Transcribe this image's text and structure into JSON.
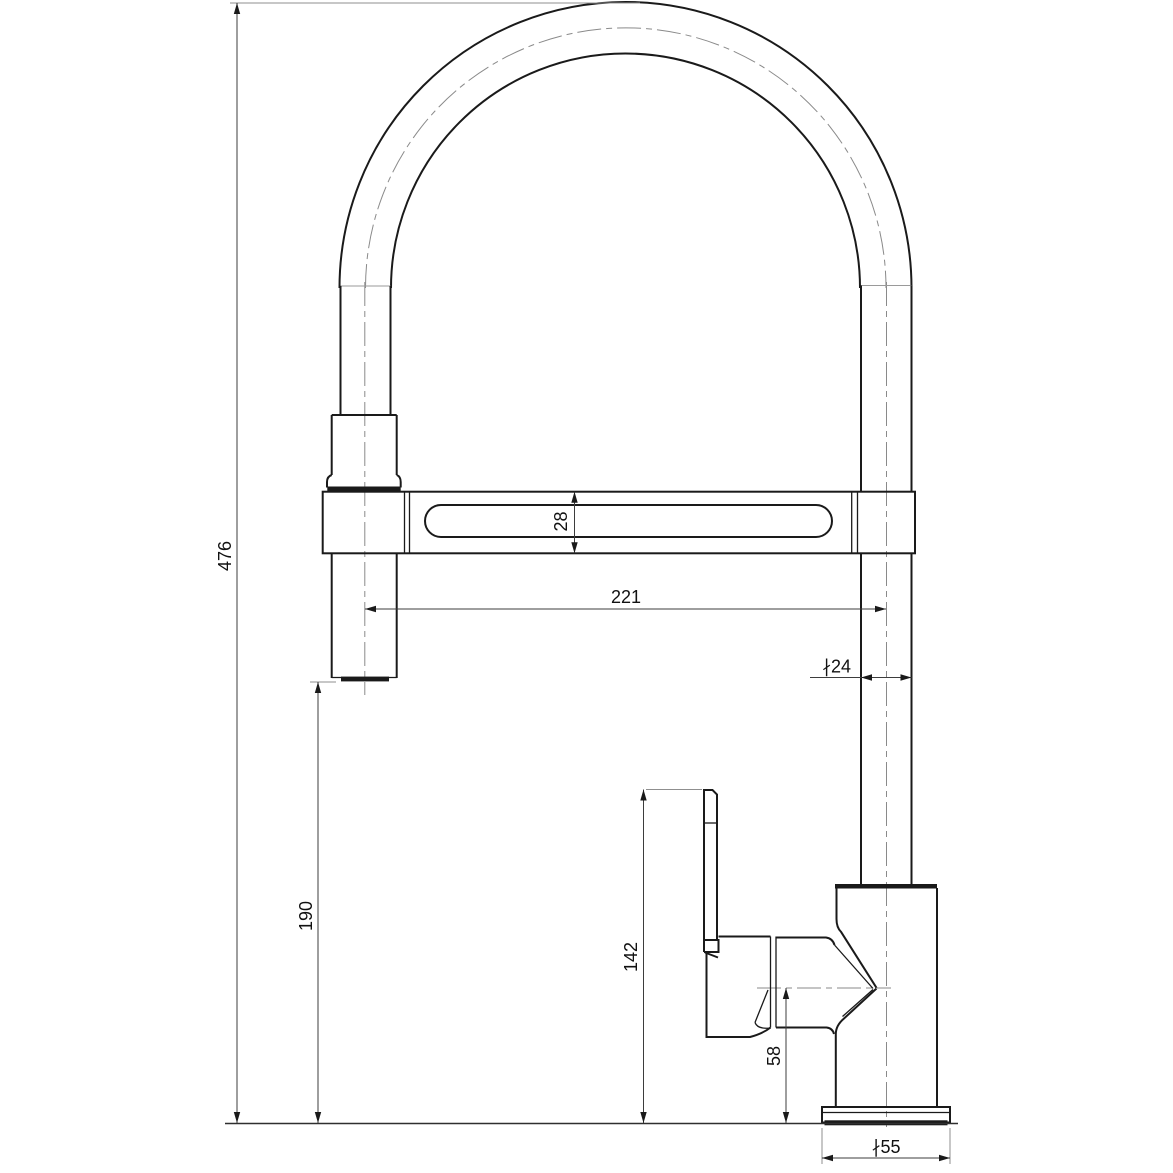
{
  "dimensions": {
    "overall_height": {
      "label": "476"
    },
    "bar_height": {
      "label": "28"
    },
    "spout_reach": {
      "label": "221"
    },
    "pipe_diameter": {
      "label": "∤24"
    },
    "spray_outlet_height": {
      "label": "190"
    },
    "handle_top_height": {
      "label": "142"
    },
    "handle_axis_height": {
      "label": "58"
    },
    "base_diameter": {
      "label": "∤55"
    }
  },
  "colors": {
    "line": "#1a1a1a",
    "dimension_line": "#3d3d3d",
    "centerline": "#8a8a8a",
    "background": "#ffffff"
  }
}
